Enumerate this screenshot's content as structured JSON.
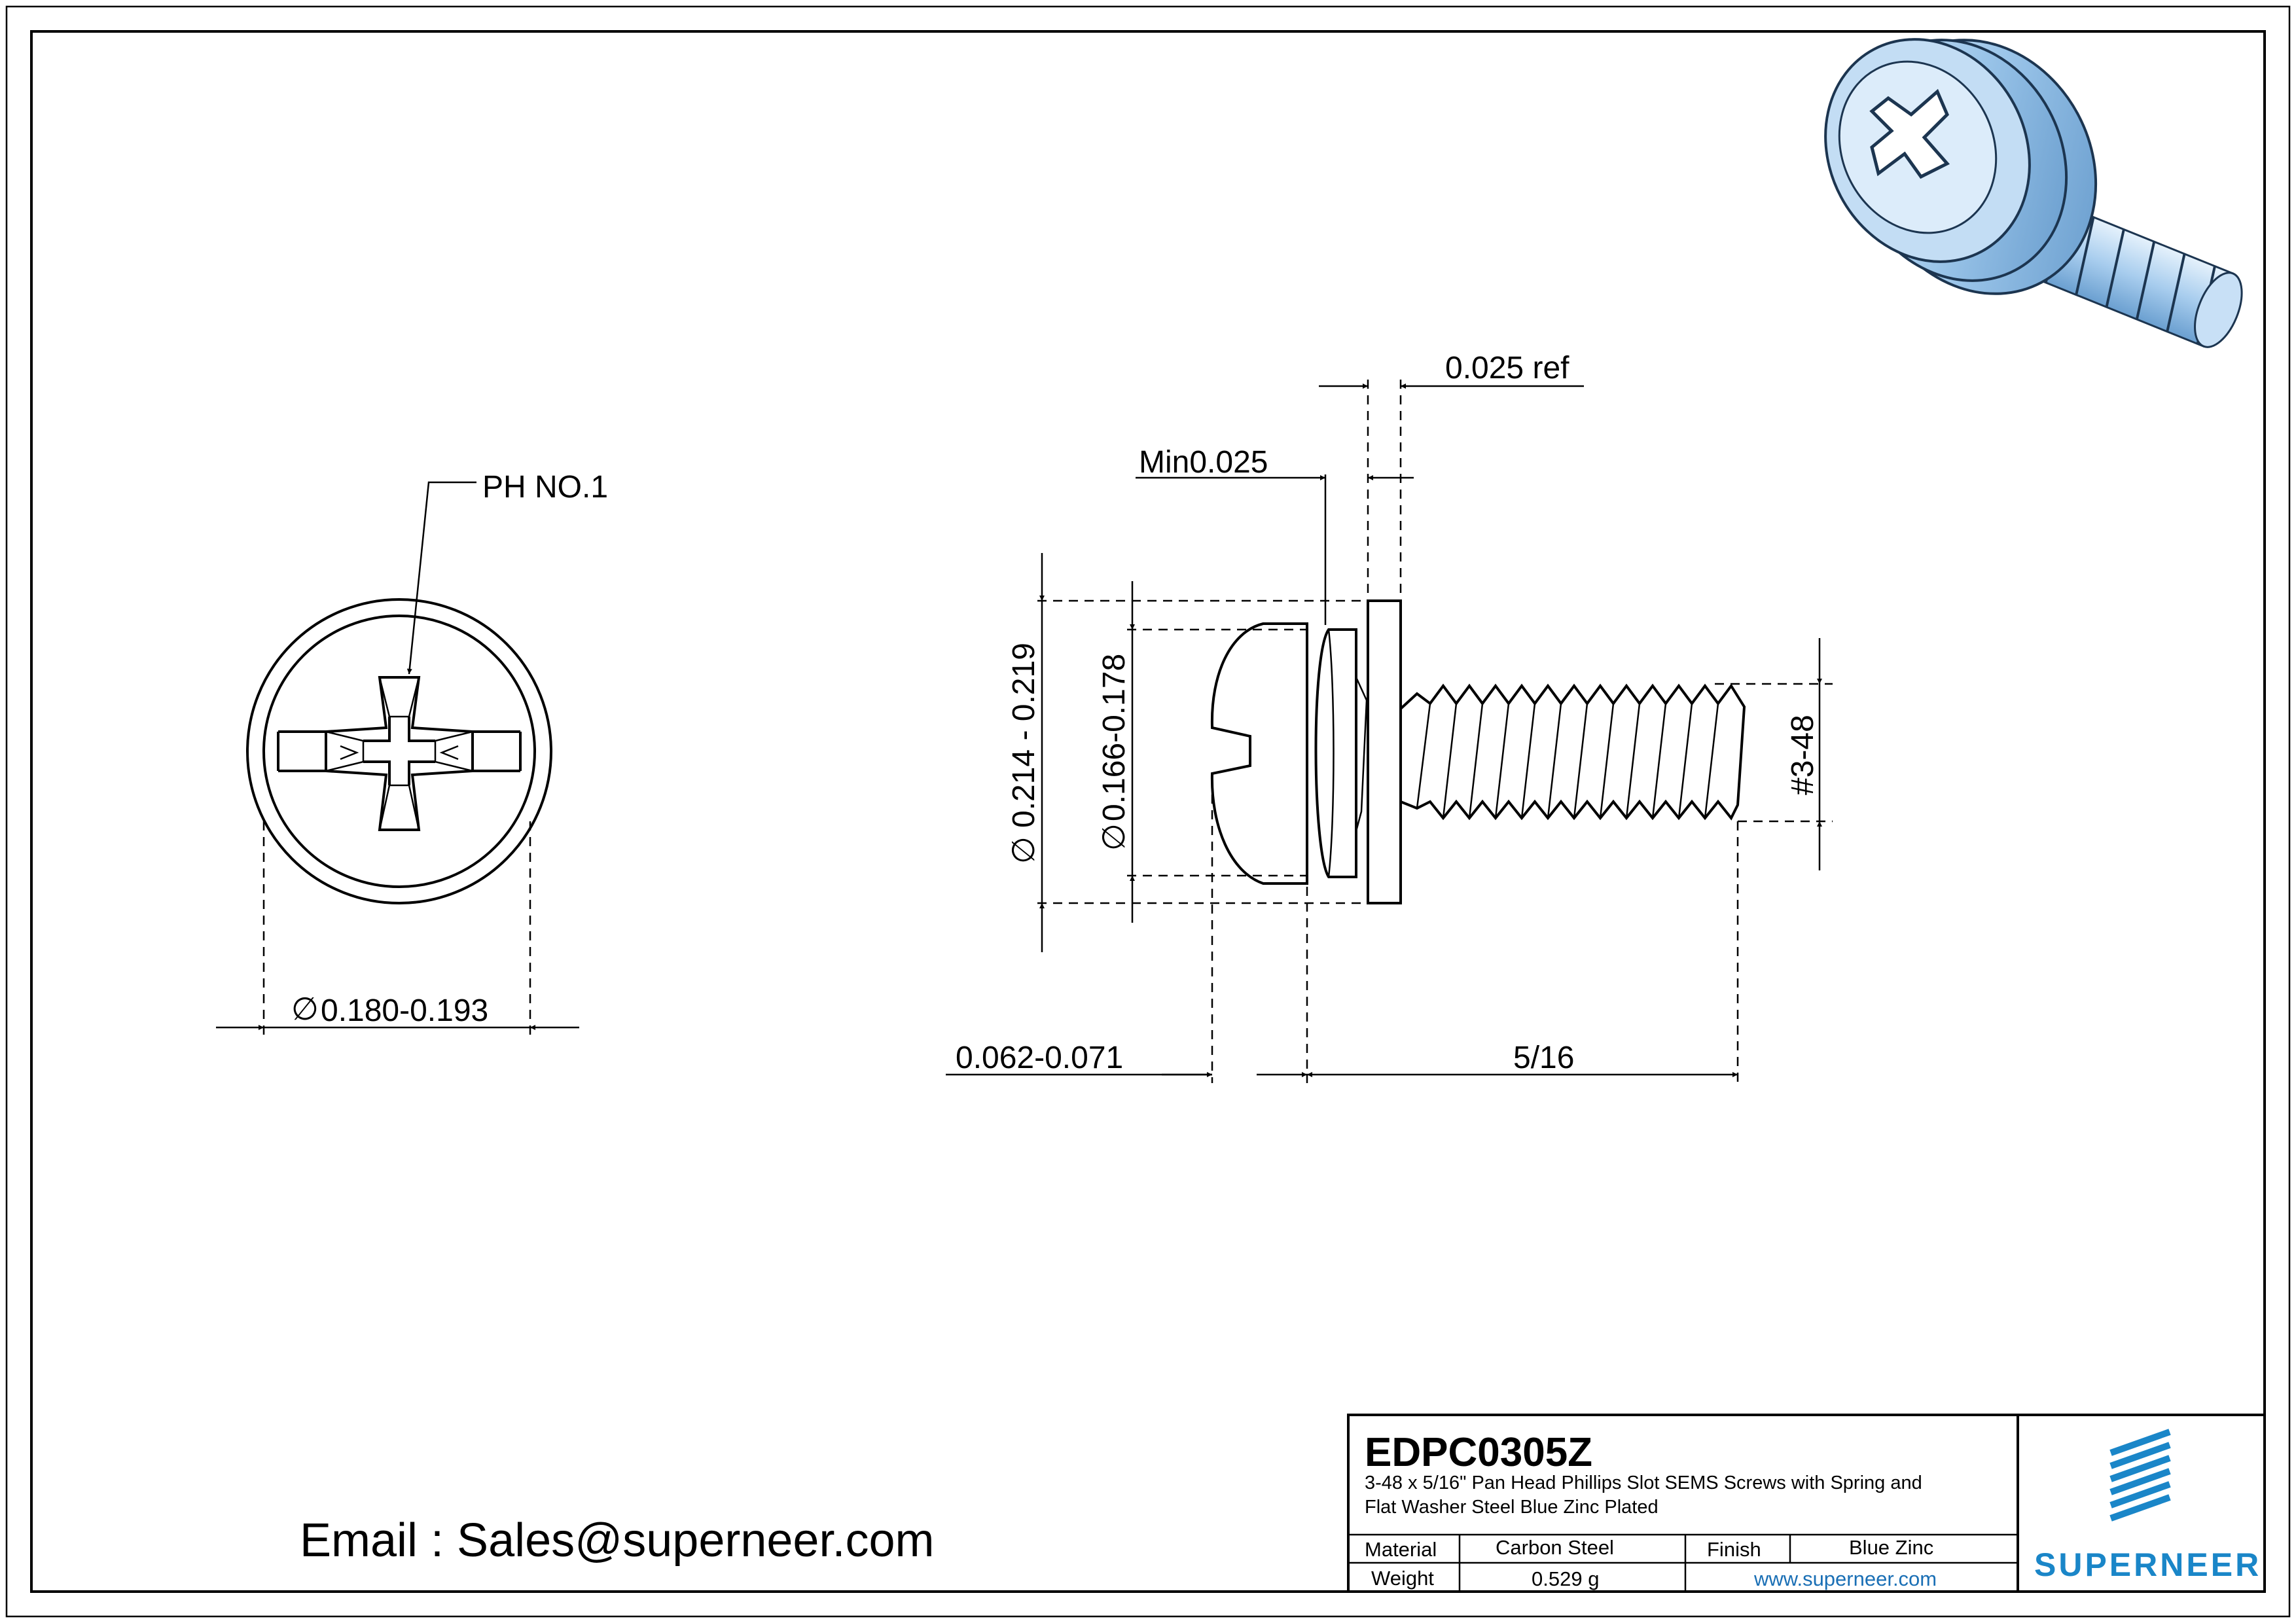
{
  "views": {
    "end_view": {
      "drive_label": "PH NO.1",
      "head_diameter": "0.180-0.193",
      "diameter_symbol": "∅"
    },
    "side_view": {
      "washer_thickness": "0.025 ref",
      "spring_min": "Min0.025",
      "washer_diameter": "0.214 - 0.219",
      "spring_diameter": "0.166-0.178",
      "diameter_symbol": "∅",
      "thread_size": "#3-48",
      "head_height": "0.062-0.071",
      "length": "5/16"
    }
  },
  "title_block": {
    "part_number": "EDPC0305Z",
    "description_line1": "3-48 x 5/16\" Pan Head Phillips Slot SEMS Screws with Spring and",
    "description_line2": "Flat Washer Steel Blue Zinc Plated",
    "material_label": "Material",
    "material_value": "Carbon Steel",
    "finish_label": "Finish",
    "finish_value": "Blue Zinc",
    "weight_label": "Weight",
    "weight_value": "0.529 g",
    "website": "www.superneer.com",
    "brand": "SUPERNEER"
  },
  "contact": {
    "email_line": "Email : Sales@superneer.com"
  },
  "colors": {
    "brand_blue": "#1a86c8",
    "render_blue": "#9cc6ea"
  },
  "icons": {
    "logo": "superneer-stripes-logo",
    "render": "sems-screw-3d-render"
  }
}
